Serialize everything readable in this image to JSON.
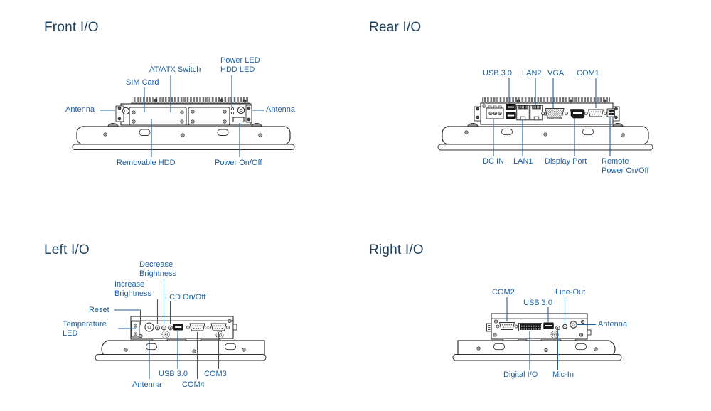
{
  "colors": {
    "label_blue": "#1f5f9e",
    "title_navy": "#1c4061",
    "line_art": "#2f2f2f"
  },
  "panels": {
    "front": {
      "title": "Front I/O",
      "labels": {
        "power_led": "Power LED",
        "hdd_led": "HDD LED",
        "at_atx_switch": "AT/ATX Switch",
        "sim_card": "SIM Card",
        "antenna_left": "Antenna",
        "antenna_right": "Antenna",
        "removable_hdd": "Removable HDD",
        "power_on_off": "Power On/Off"
      }
    },
    "rear": {
      "title": "Rear I/O",
      "labels": {
        "usb30": "USB 3.0",
        "lan2": "LAN2",
        "vga": "VGA",
        "com1": "COM1",
        "dc_in": "DC IN",
        "lan1": "LAN1",
        "display_port": "Display Port",
        "remote_power": "Remote\nPower On/Off"
      }
    },
    "left": {
      "title": "Left I/O",
      "labels": {
        "decrease_brightness": "Decrease\nBrightness",
        "increase_brightness": "Increase\nBrightness",
        "lcd_on_off": "LCD On/Off",
        "reset": "Reset",
        "temperature_led": "Temperature\nLED",
        "usb30": "USB 3.0",
        "com3": "COM3",
        "antenna": "Antenna",
        "com4": "COM4"
      }
    },
    "right": {
      "title": "Right I/O",
      "labels": {
        "com2": "COM2",
        "usb30": "USB 3.0",
        "line_out": "Line-Out",
        "antenna": "Antenna",
        "digital_io": "Digital I/O",
        "mic_in": "Mic-In"
      }
    }
  }
}
